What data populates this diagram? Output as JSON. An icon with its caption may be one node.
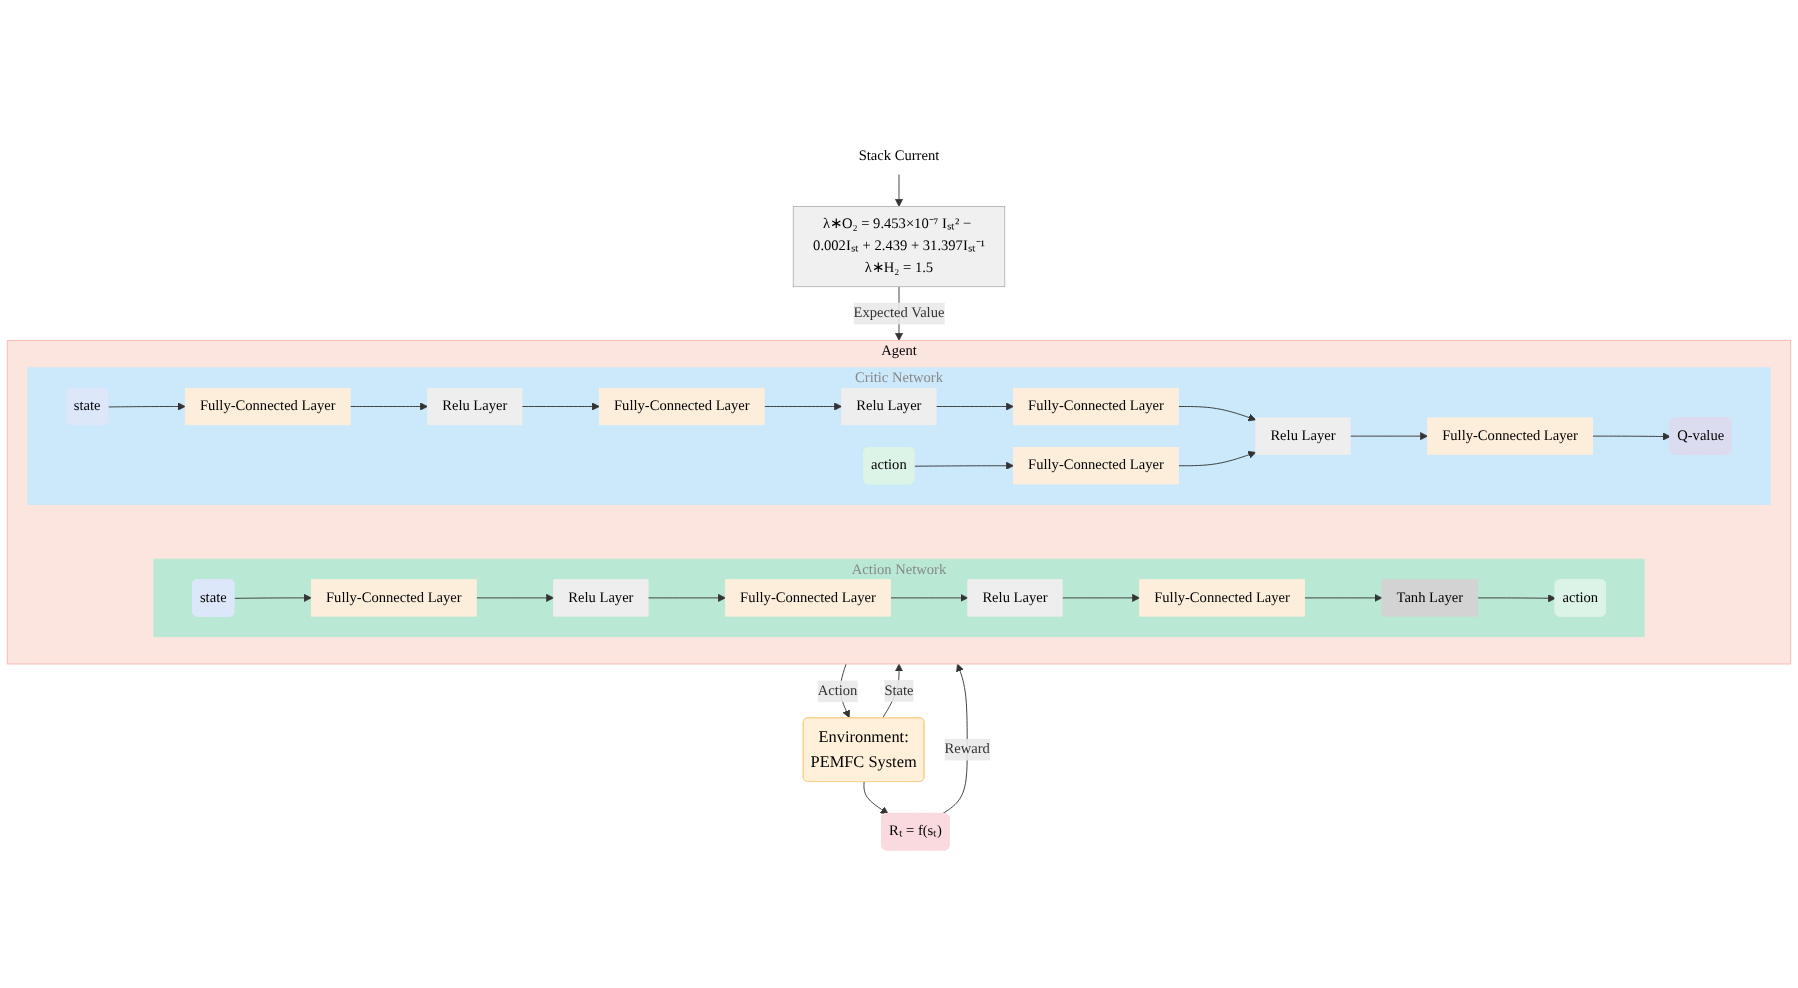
{
  "diagram": {
    "nodes": [
      {
        "text": [
          "Stack Current"
        ]
      },
      {
        "text": [
          "λ∗O₂ = 9.453×10⁻⁷ Iₛₜ² − 0.002Iₛₜ + 2.439 + 31.397Iₛₜ⁻¹",
          "λ∗H₂ = 1.5"
        ]
      },
      {
        "text": [
          "Environment:",
          "PEMFC System"
        ]
      },
      {
        "text": [
          "Rₜ = f(sₜ)"
        ]
      },
      {
        "text": [
          "Agent"
        ]
      },
      {
        "text": [
          "Critic Network"
        ],
        "in": 4
      },
      {
        "text": [
          "state"
        ],
        "in": 5
      },
      {
        "text": [
          "Fully-Connected Layer"
        ],
        "in": 5
      },
      {
        "text": [
          "Relu Layer"
        ],
        "in": 5
      },
      {
        "text": [
          "Fully-Connected Layer"
        ],
        "in": 5
      },
      {
        "text": [
          "Relu Layer"
        ],
        "in": 5
      },
      {
        "text": [
          "Fully-Connected Layer"
        ],
        "in": 5
      },
      {
        "text": [
          "action"
        ],
        "in": 5
      },
      {
        "text": [
          "Fully-Connected Layer"
        ],
        "in": 5
      },
      {
        "text": [
          "Relu Layer"
        ],
        "in": 5
      },
      {
        "text": [
          "Fully-Connected Layer"
        ],
        "in": 5
      },
      {
        "text": [
          "Q-value"
        ],
        "in": 5
      },
      {
        "text": [
          "Action Network"
        ],
        "in": 4
      },
      {
        "text": [
          "state"
        ],
        "in": 17
      },
      {
        "text": [
          "Fully-Connected Layer"
        ],
        "in": 17
      },
      {
        "text": [
          "Relu Layer"
        ],
        "in": 17
      },
      {
        "text": [
          "Fully-Connected Layer"
        ],
        "in": 17
      },
      {
        "text": [
          "Relu Layer"
        ],
        "in": 17
      },
      {
        "text": [
          "Fully-Connected Layer"
        ],
        "in": 17
      },
      {
        "text": [
          "Tanh Layer"
        ],
        "in": 17
      },
      {
        "text": [
          "action"
        ],
        "in": 17
      }
    ],
    "edges": [
      {
        "from": 0,
        "to": 1,
        "arrow": "to"
      },
      {
        "from": 1,
        "to": 4,
        "arrow": "to",
        "label": "Expected Value"
      },
      {
        "from": 2,
        "to": 4,
        "arrow": "to",
        "label": "State"
      },
      {
        "from": 2,
        "to": 3,
        "arrow": "to"
      },
      {
        "from": 3,
        "to": 4,
        "arrow": "to",
        "label": "Reward"
      },
      {
        "from": 4,
        "to": 2,
        "arrow": "to",
        "label": "Action"
      },
      {
        "from": 6,
        "to": 7,
        "arrow": "to"
      },
      {
        "from": 7,
        "to": 8,
        "arrow": "to"
      },
      {
        "from": 8,
        "to": 9,
        "arrow": "to"
      },
      {
        "from": 9,
        "to": 10,
        "arrow": "to"
      },
      {
        "from": 10,
        "to": 11,
        "arrow": "to"
      },
      {
        "from": 11,
        "to": 14,
        "arrow": "to"
      },
      {
        "from": 12,
        "to": 13,
        "arrow": "to"
      },
      {
        "from": 13,
        "to": 14,
        "arrow": "to"
      },
      {
        "from": 14,
        "to": 15,
        "arrow": "to"
      },
      {
        "from": 15,
        "to": 16,
        "arrow": "to"
      },
      {
        "from": 18,
        "to": 19,
        "arrow": "to"
      },
      {
        "from": 19,
        "to": 20,
        "arrow": "to"
      },
      {
        "from": 20,
        "to": 21,
        "arrow": "to"
      },
      {
        "from": 21,
        "to": 22,
        "arrow": "to"
      },
      {
        "from": 22,
        "to": 23,
        "arrow": "to"
      },
      {
        "from": 23,
        "to": 24,
        "arrow": "to"
      },
      {
        "from": 24,
        "to": 25,
        "arrow": "to"
      }
    ]
  }
}
